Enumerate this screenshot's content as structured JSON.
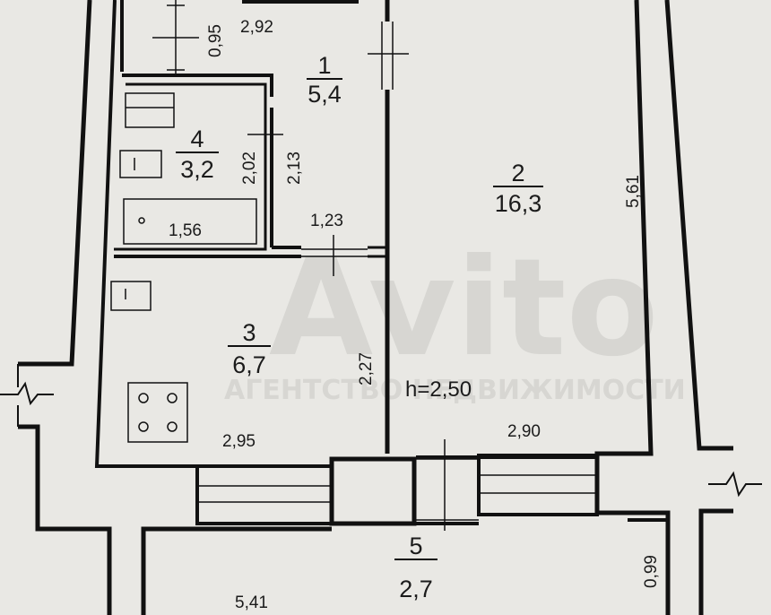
{
  "rooms": [
    {
      "number": "1",
      "area": "5,4"
    },
    {
      "number": "2",
      "area": "16,3"
    },
    {
      "number": "3",
      "area": "6,7"
    },
    {
      "number": "4",
      "area": "3,2"
    },
    {
      "number": "5",
      "area": "2,7"
    }
  ],
  "dimensions": {
    "d_095": "0,95",
    "d_292": "2,92",
    "d_202": "2,02",
    "d_213": "2,13",
    "d_156": "1,56",
    "d_123": "1,23",
    "d_561": "5,61",
    "d_227": "2,27",
    "d_295": "2,95",
    "d_290": "2,90",
    "d_099": "0,99",
    "d_541": "5,41"
  },
  "ceiling_height": "h=2,50",
  "watermark": {
    "brand": "Avito",
    "sub": "АГЕНТСТВО НЕДВИЖИМОСТИ"
  },
  "colors": {
    "background": "#e9e8e4",
    "wall": "#111111",
    "watermark": "#d6d5d1"
  }
}
